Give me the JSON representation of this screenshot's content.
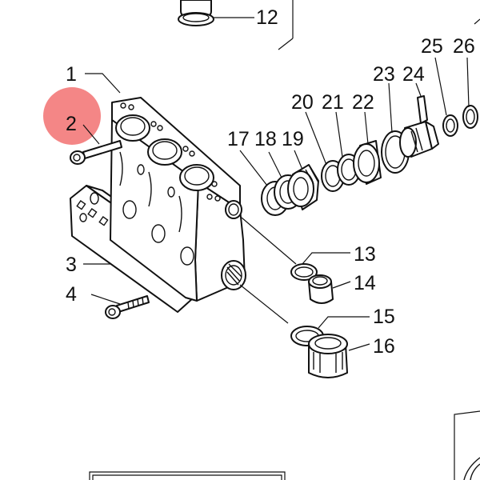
{
  "callouts": [
    "1",
    "2",
    "3",
    "4",
    "12",
    "13",
    "14",
    "15",
    "16",
    "17",
    "18",
    "19",
    "20",
    "21",
    "22",
    "23",
    "24",
    "25",
    "26"
  ],
  "highlight": {
    "label": "2",
    "color": "#ef4b4b"
  }
}
